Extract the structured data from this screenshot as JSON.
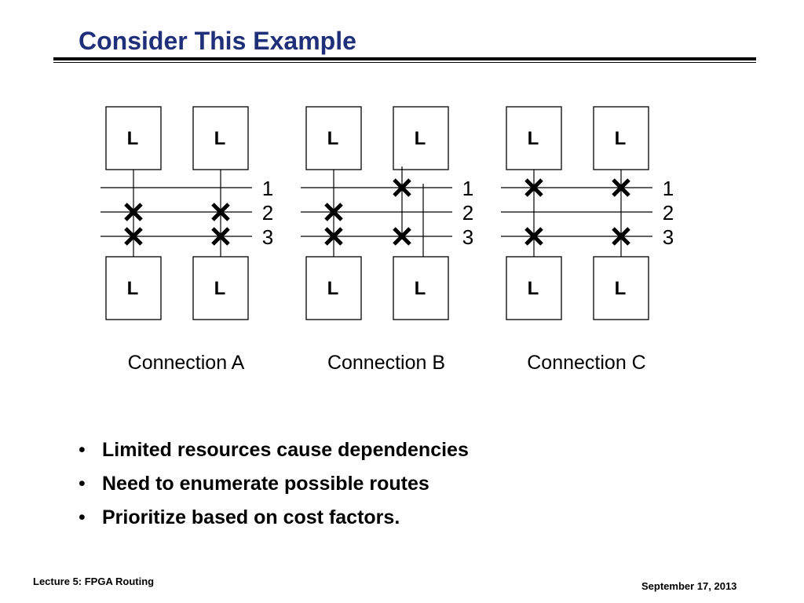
{
  "slide": {
    "title": "Consider This Example",
    "footer_left": "Lecture 5: FPGA Routing",
    "footer_right": "September 17, 2013"
  },
  "diagram": {
    "block_label": "L",
    "connections": [
      {
        "caption": "Connection A",
        "track_labels": [
          "1",
          "2",
          "3"
        ],
        "switches": [
          {
            "column": "left",
            "track": "2"
          },
          {
            "column": "left",
            "track": "3"
          },
          {
            "column": "right",
            "track": "2"
          },
          {
            "column": "right",
            "track": "3"
          }
        ]
      },
      {
        "caption": "Connection B",
        "track_labels": [
          "1",
          "2",
          "3"
        ],
        "switches": [
          {
            "column": "left",
            "track": "2"
          },
          {
            "column": "left",
            "track": "3"
          },
          {
            "column": "right",
            "track": "1"
          },
          {
            "column": "right",
            "track": "3"
          }
        ]
      },
      {
        "caption": "Connection C",
        "track_labels": [
          "1",
          "2",
          "3"
        ],
        "switches": [
          {
            "column": "left",
            "track": "1"
          },
          {
            "column": "left",
            "track": "3"
          },
          {
            "column": "right",
            "track": "1"
          },
          {
            "column": "right",
            "track": "3"
          }
        ]
      }
    ]
  },
  "bullets": [
    "Limited resources cause dependencies",
    "Need to enumerate possible routes",
    "Prioritize based on cost factors."
  ]
}
